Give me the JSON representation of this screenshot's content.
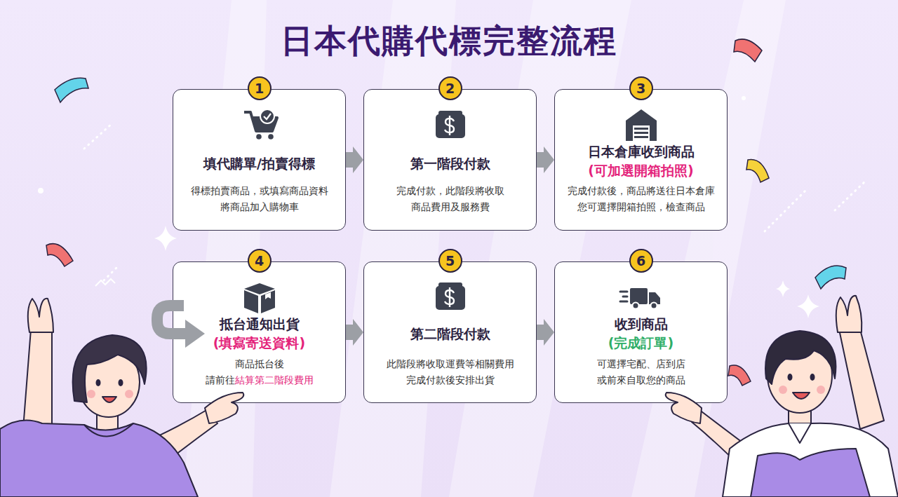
{
  "diagram": {
    "title": "日本代購代標完整流程",
    "nodes": [
      {
        "text": [
          "填代購單/拍賣得標",
          "得標拍賣商品，或填寫商品資料 將商品加入購物車"
        ]
      },
      {
        "text": [
          "1"
        ],
        "in": 0
      },
      {
        "text": [
          "第一階段付款",
          "完成付款，此階段將收取 商品費用及服務費"
        ]
      },
      {
        "text": [
          "2"
        ],
        "in": 2
      },
      {
        "text": [
          "日本倉庫收到商品",
          "(可加選開箱拍照)",
          "完成付款後，商品將送往日本倉庫 您可選擇開箱拍照，檢查商品"
        ]
      },
      {
        "text": [
          "3"
        ],
        "in": 4
      },
      {
        "text": [
          "抵台通知出貨",
          "(填寫寄送資料)",
          "商品抵台後 請前往",
          "結算第二階段費用"
        ]
      },
      {
        "text": [
          "4"
        ],
        "in": 6
      },
      {
        "text": [
          "第二階段付款",
          "此階段將收取運費等相關費用 完成付款後安排出貨"
        ]
      },
      {
        "text": [
          "5"
        ],
        "in": 8
      },
      {
        "text": [
          "收到商品",
          "(完成訂單)",
          "可選擇宅配、店到店 或前來自取您的商品"
        ]
      },
      {
        "text": [
          "6"
        ],
        "in": 10
      }
    ],
    "edges": [
      {
        "from": 0,
        "to": 2,
        "arrow": "to"
      },
      {
        "from": 2,
        "to": 4,
        "arrow": "to"
      },
      {
        "from": 6,
        "to": 8,
        "arrow": "to"
      },
      {
        "from": 8,
        "to": 10,
        "arrow": "to"
      }
    ]
  }
}
